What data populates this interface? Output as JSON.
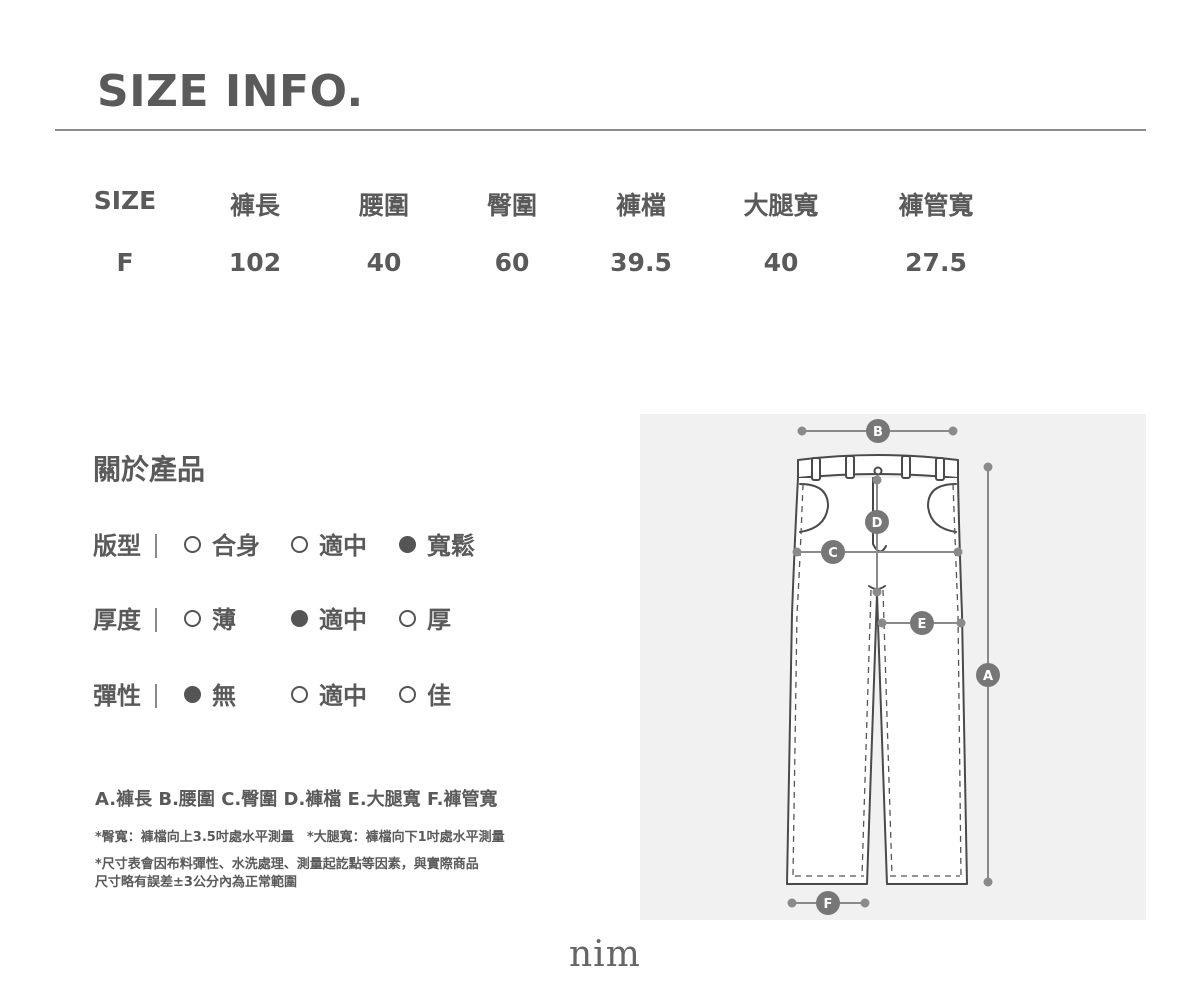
{
  "title": "SIZE INFO.",
  "size_table": {
    "headers": [
      "SIZE",
      "褲長",
      "腰圍",
      "臀圍",
      "褲檔",
      "大腿寬",
      "褲管寬"
    ],
    "rows": [
      [
        "F",
        "102",
        "40",
        "60",
        "39.5",
        "40",
        "27.5"
      ]
    ]
  },
  "product": {
    "heading": "關於產品",
    "attributes": [
      {
        "label": "版型",
        "options": [
          {
            "text": "合身",
            "selected": false
          },
          {
            "text": "適中",
            "selected": false
          },
          {
            "text": "寬鬆",
            "selected": true
          }
        ]
      },
      {
        "label": "厚度",
        "options": [
          {
            "text": "薄",
            "selected": false
          },
          {
            "text": "適中",
            "selected": true
          },
          {
            "text": "厚",
            "selected": false
          }
        ]
      },
      {
        "label": "彈性",
        "options": [
          {
            "text": "無",
            "selected": true
          },
          {
            "text": "適中",
            "selected": false
          },
          {
            "text": "佳",
            "selected": false
          }
        ]
      }
    ]
  },
  "legend": "A.褲長  B.腰圍  C.臀圍  D.褲檔  E.大腿寬  F.褲管寬",
  "notes": {
    "note1": "*臀寬：褲檔向上3.5吋處水平測量　*大腿寬：褲檔向下1吋處水平測量",
    "note2_line1": "*尺寸表會因布料彈性、水洗處理、測量起訖點等因素，與實際商品",
    "note2_line2": "  尺寸略有誤差±3公分內為正常範圍"
  },
  "diagram": {
    "markers": {
      "A": "A",
      "B": "B",
      "C": "C",
      "D": "D",
      "E": "E",
      "F": "F"
    },
    "colors": {
      "outline": "#4a4a4a",
      "measure": "#8a8a8a",
      "panel": "#f1f1f1"
    }
  },
  "brand": "nim"
}
